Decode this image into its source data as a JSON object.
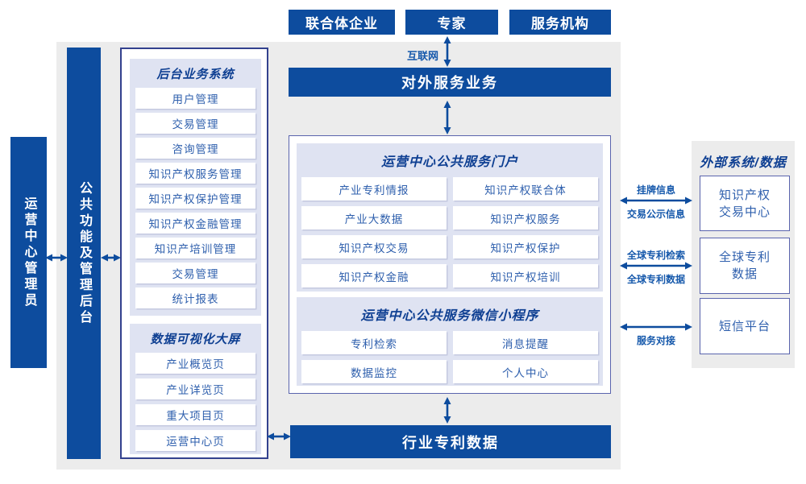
{
  "colors": {
    "primary": "#0d4c9e",
    "title_navy": "#0e3f92",
    "item_text": "#2e5fad",
    "panel_bg": "#dfe3f2",
    "border_navy": "#33418e",
    "border_slate": "#5a64ad",
    "bg_gray": "#ececec",
    "label_blue": "#1558ab"
  },
  "top_actors": [
    "联合体企业",
    "专家",
    "服务机构"
  ],
  "internet_label": "互联网",
  "external_service_bar": "对外服务业务",
  "left": {
    "admin_box": "运营中心管理员",
    "function_bar": "公共功能及管理后台"
  },
  "backend_panel": {
    "title": "后台业务系统",
    "items": [
      "用户管理",
      "交易管理",
      "咨询管理",
      "知识产权服务管理",
      "知识产权保护管理",
      "知识产权金融管理",
      "知识产培训管理",
      "交易管理",
      "统计报表"
    ]
  },
  "dashboard_panel": {
    "title": "数据可视化大屏",
    "items": [
      "产业概览页",
      "产业详览页",
      "重大项目页",
      "运营中心页"
    ]
  },
  "portal": {
    "title": "运营中心公共服务门户",
    "items": [
      "产业专利情报",
      "知识产权联合体",
      "产业大数据",
      "知识产权服务",
      "知识产权交易",
      "知识产权保护",
      "知识产权金融",
      "知识产权培训"
    ]
  },
  "miniprogram": {
    "title": "运营中心公共服务微信小程序",
    "items": [
      "专利检索",
      "消息提醒",
      "数据监控",
      "个人中心"
    ]
  },
  "industry_bar": "行业专利数据",
  "external": {
    "title": "外部系统/数据",
    "systems": [
      "知识产权\n交易中心",
      "全球专利\n数据",
      "短信平台"
    ]
  },
  "link_labels": {
    "listing_top": "挂牌信息",
    "listing_bottom": "交易公示信息",
    "patent_top": "全球专利检索",
    "patent_bottom": "全球专利数据",
    "service": "服务对接"
  }
}
